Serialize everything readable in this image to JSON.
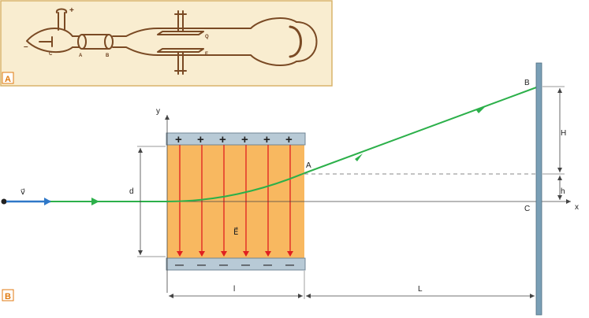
{
  "panel_a": {
    "tag": "A",
    "tube_labels": {
      "plus": "+",
      "minus": "–",
      "c": "C",
      "a": "A",
      "b": "B",
      "q": "Q",
      "e": "E"
    }
  },
  "panel_b": {
    "tag": "B",
    "axis": {
      "x": "x",
      "y": "y"
    },
    "labels": {
      "velocity": "v⃗",
      "d": "d",
      "field": "E⃗",
      "point_a": "A",
      "point_b": "B",
      "point_c": "C",
      "H": "H",
      "h": "h",
      "l": "l",
      "L": "L"
    },
    "plate_top_symbols": [
      "+",
      "+",
      "+",
      "+",
      "+",
      "+"
    ],
    "plate_bottom_symbols": [
      "—",
      "—",
      "—",
      "—",
      "—",
      "—"
    ]
  },
  "colors": {
    "field_region": "#f8b860",
    "plates": "#b8cad6",
    "field_lines": "#e02020",
    "trajectory": "#2cb04a",
    "velocity_arrow": "#2f78c8",
    "screen": "#7a9fb6",
    "panel_a_bg": "#f9edd0",
    "panel_a_border": "#d9b36a",
    "tube_ink": "#7a4a24",
    "panel_tag": "#e07a10"
  }
}
